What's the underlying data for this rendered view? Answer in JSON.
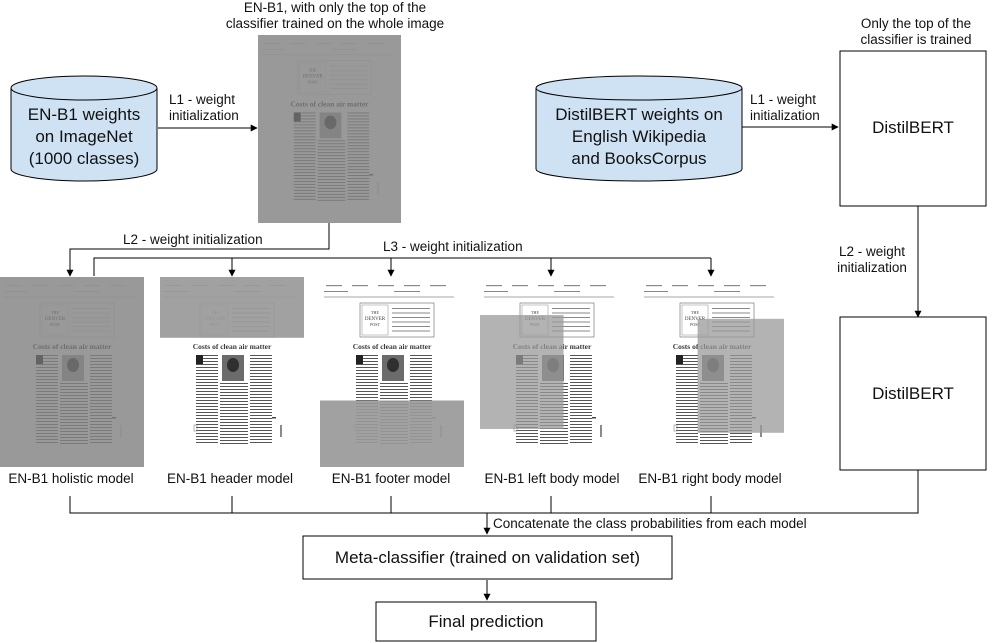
{
  "colors": {
    "cylinder_fill": "#cfe2f3",
    "stroke": "#000000",
    "shade": "#999999",
    "paper": "#f4f4f4"
  },
  "title_top": "EN-B1, with only the top of the classifier trained on the whole image",
  "title_top_line1": "EN-B1, with only the top of the",
  "title_top_line2": "classifier trained on the whole image",
  "en_weights": {
    "line1": "EN-B1 weights",
    "line2": "on ImageNet",
    "line3": "(1000 classes)"
  },
  "bert_weights": {
    "line1": "DistilBERT weights on",
    "line2": "English Wikipedia",
    "line3": "and BooksCorpus"
  },
  "l1_left": {
    "line1": "L1 - weight",
    "line2": "initialization"
  },
  "l1_right": {
    "line1": "L1 - weight",
    "line2": "initialization"
  },
  "l2_left": "L2 - weight initialization",
  "l3": "L3 - weight initialization",
  "l2_right": {
    "line1": "L2 - weight",
    "line2": "initialization"
  },
  "only_top": {
    "line1": "Only the top of the",
    "line2": "classifier is trained"
  },
  "distilbert_top": "DistilBERT",
  "distilbert_bottom": "DistilBERT",
  "models": [
    {
      "label": "EN-B1 holistic model",
      "shade": "all"
    },
    {
      "label": "EN-B1 header model",
      "shade": "header"
    },
    {
      "label": "EN-B1 footer model",
      "shade": "footer"
    },
    {
      "label": "EN-B1 left body model",
      "shade": "left"
    },
    {
      "label": "EN-B1 right body model",
      "shade": "right"
    }
  ],
  "newspaper": {
    "masthead_line1": "THE",
    "masthead_line2": "DENVER",
    "masthead_line3": "POST",
    "headline": "Costs of clean air matter"
  },
  "concat": "Concatenate the class probabilities from each model",
  "meta": "Meta-classifier (trained on validation set)",
  "final": "Final prediction"
}
